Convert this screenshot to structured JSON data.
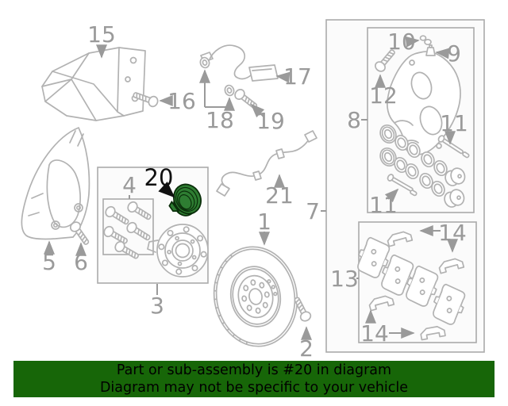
{
  "banner": {
    "line1": "Part or sub-assembly is #20 in diagram",
    "line2": "Diagram may not be specific to your vehicle"
  },
  "highlighted_part_number": "20",
  "labels": {
    "p1": "1",
    "p2": "2",
    "p3": "3",
    "p4": "4",
    "p5": "5",
    "p6": "6",
    "p7": "7",
    "p8": "8",
    "p9": "9",
    "p10": "10",
    "p11": "11",
    "p12": "12",
    "p13": "13",
    "p14": "14",
    "p15": "15",
    "p16": "16",
    "p17": "17",
    "p18": "18",
    "p19": "19",
    "p20": "20",
    "p21": "21"
  },
  "colors": {
    "line": "#b2b2b2",
    "label": "#9a9a9a",
    "label-dark": "#111111",
    "highlight-fill": "#2e7d32",
    "highlight-stroke": "#0a2e0a",
    "banner-bg": "#176608",
    "banner-text": "#000000",
    "box-border": "#ababab",
    "box-fill": "#fbfbfb",
    "background": "#ffffff"
  }
}
